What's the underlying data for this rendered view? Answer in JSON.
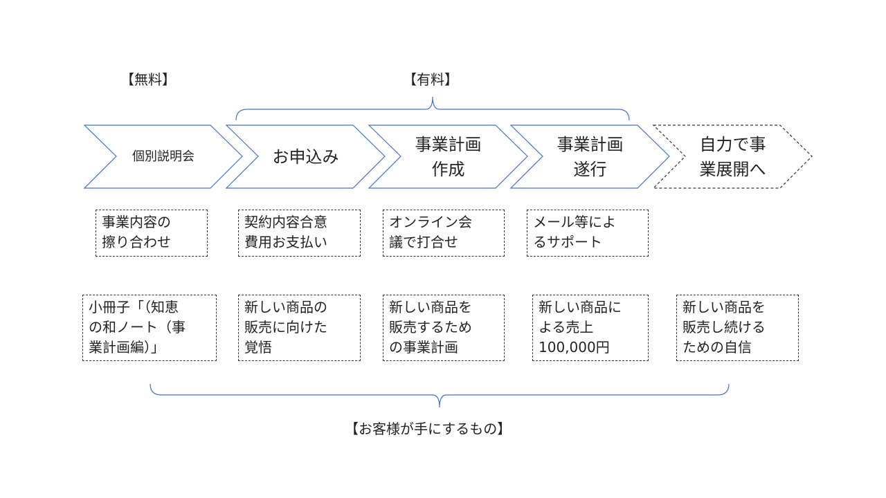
{
  "labels": {
    "free": "【無料】",
    "paid": "【有料】",
    "customer_gets": "【お客様が手にするもの】"
  },
  "steps": [
    {
      "lines": [
        "個別説明会"
      ]
    },
    {
      "lines": [
        "お申込み"
      ]
    },
    {
      "lines": [
        "事業計画",
        "作成"
      ]
    },
    {
      "lines": [
        "事業計画",
        "遂行"
      ]
    },
    {
      "lines": [
        "自力で事",
        "業展開へ"
      ]
    }
  ],
  "activities": [
    {
      "lines": [
        "事業内容の",
        "擦り合わせ"
      ]
    },
    {
      "lines": [
        "契約内容合意",
        "費用お支払い"
      ]
    },
    {
      "lines": [
        "オンライン会",
        "議で打合せ"
      ]
    },
    {
      "lines": [
        "メール等によ",
        "るサポート"
      ]
    }
  ],
  "deliverables": [
    {
      "lines": [
        "小冊子「（知恵",
        "の和ノート（事",
        "業計画編）」"
      ]
    },
    {
      "lines": [
        "新しい商品の",
        "販売に向けた",
        "覚悟"
      ]
    },
    {
      "lines": [
        "新しい商品を",
        "販売するため",
        "の事業計画"
      ]
    },
    {
      "lines": [
        "新しい商品に",
        "よる売上",
        "100,000円"
      ]
    },
    {
      "lines": [
        "新しい商品を",
        "販売し続ける",
        "ための自信"
      ]
    }
  ],
  "colors": {
    "arrow_stroke": "#4472c4",
    "bracket_stroke": "#4472c4",
    "last_arrow_stroke": "#333333",
    "box_border": "#333333",
    "text": "#222222"
  }
}
